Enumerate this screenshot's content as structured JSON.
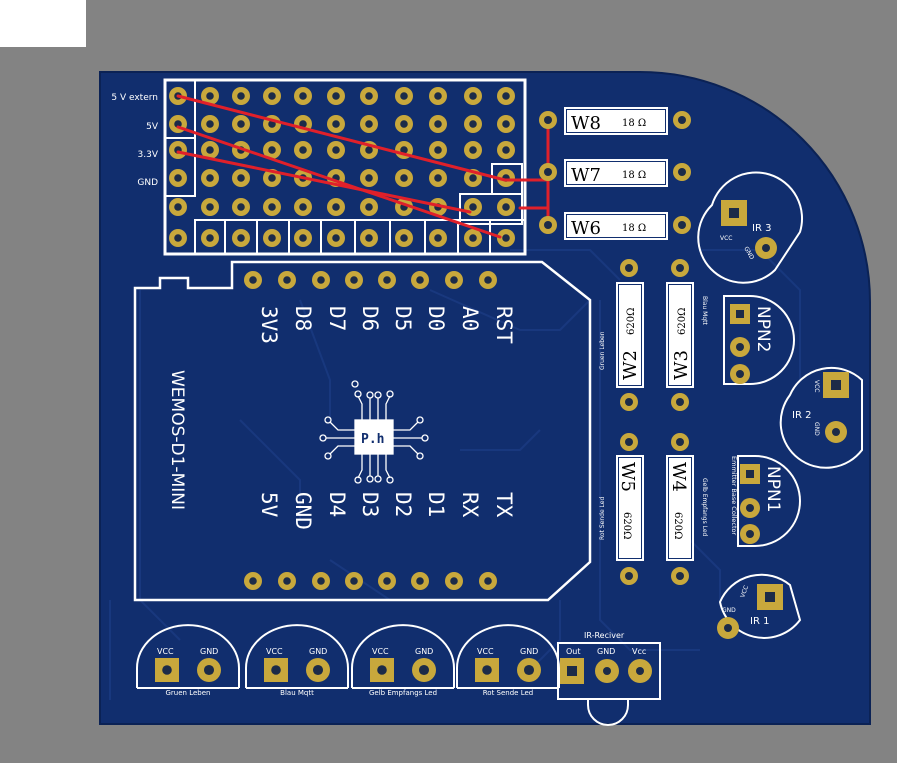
{
  "colors": {
    "background": "#838383",
    "board": "#112e6e",
    "board_edge": "#0b2255",
    "trace": "#1a3a80",
    "pad": "#c8a83c",
    "pad_hole": "#1c2b48",
    "silkscreen": "#ffffff",
    "wire": "#e0202a",
    "resistor_label_bg": "#ffffff"
  },
  "power_labels": [
    "5 V extern",
    "5V",
    "3.3V",
    "GND"
  ],
  "resistors": {
    "horizontal": [
      {
        "ref": "W8",
        "value": "18 Ω"
      },
      {
        "ref": "W7",
        "value": "18 Ω"
      },
      {
        "ref": "W6",
        "value": "18 Ω"
      }
    ],
    "vertical": [
      {
        "ref": "W2",
        "value": "620Ω",
        "caption": "Gruen Leben"
      },
      {
        "ref": "W3",
        "value": "620Ω",
        "caption": "Blau Mqtt"
      },
      {
        "ref": "W5",
        "value": "620Ω",
        "caption": "Rot Sende Led"
      },
      {
        "ref": "W4",
        "value": "620Ω",
        "caption": "Gelb Empfangs Led"
      }
    ]
  },
  "wemos": {
    "title": "WEMOS-D1-MINI",
    "logo": "P.h",
    "top_pins": [
      "RST",
      "A0",
      "D0",
      "D5",
      "D6",
      "D7",
      "D8",
      "3V3"
    ],
    "bottom_pins": [
      "TX",
      "RX",
      "D1",
      "D2",
      "D3",
      "D4",
      "GND",
      "5V"
    ]
  },
  "ir_sensors": [
    {
      "ref": "IR 3",
      "pin_a": "VCC",
      "pin_b": "GND"
    },
    {
      "ref": "IR 2",
      "pin_a": "VCC",
      "pin_b": "GND"
    },
    {
      "ref": "IR 1",
      "pin_a": "VCC",
      "pin_b": "GND"
    }
  ],
  "transistors": [
    {
      "ref": "NPN2"
    },
    {
      "ref": "NPN1",
      "caption": "Emmitter Base Collector"
    }
  ],
  "led_connectors": [
    {
      "label": "Gruen Leben",
      "pin_a": "VCC",
      "pin_b": "GND"
    },
    {
      "label": "Blau Mqtt",
      "pin_a": "VCC",
      "pin_b": "GND"
    },
    {
      "label": "Gelb Empfangs Led",
      "pin_a": "VCC",
      "pin_b": "GND"
    },
    {
      "label": "Rot Sende Led",
      "pin_a": "VCC",
      "pin_b": "GND"
    }
  ],
  "ir_receiver": {
    "title": "IR-Reciver",
    "pins": [
      "Out",
      "GND",
      "Vcc"
    ]
  }
}
